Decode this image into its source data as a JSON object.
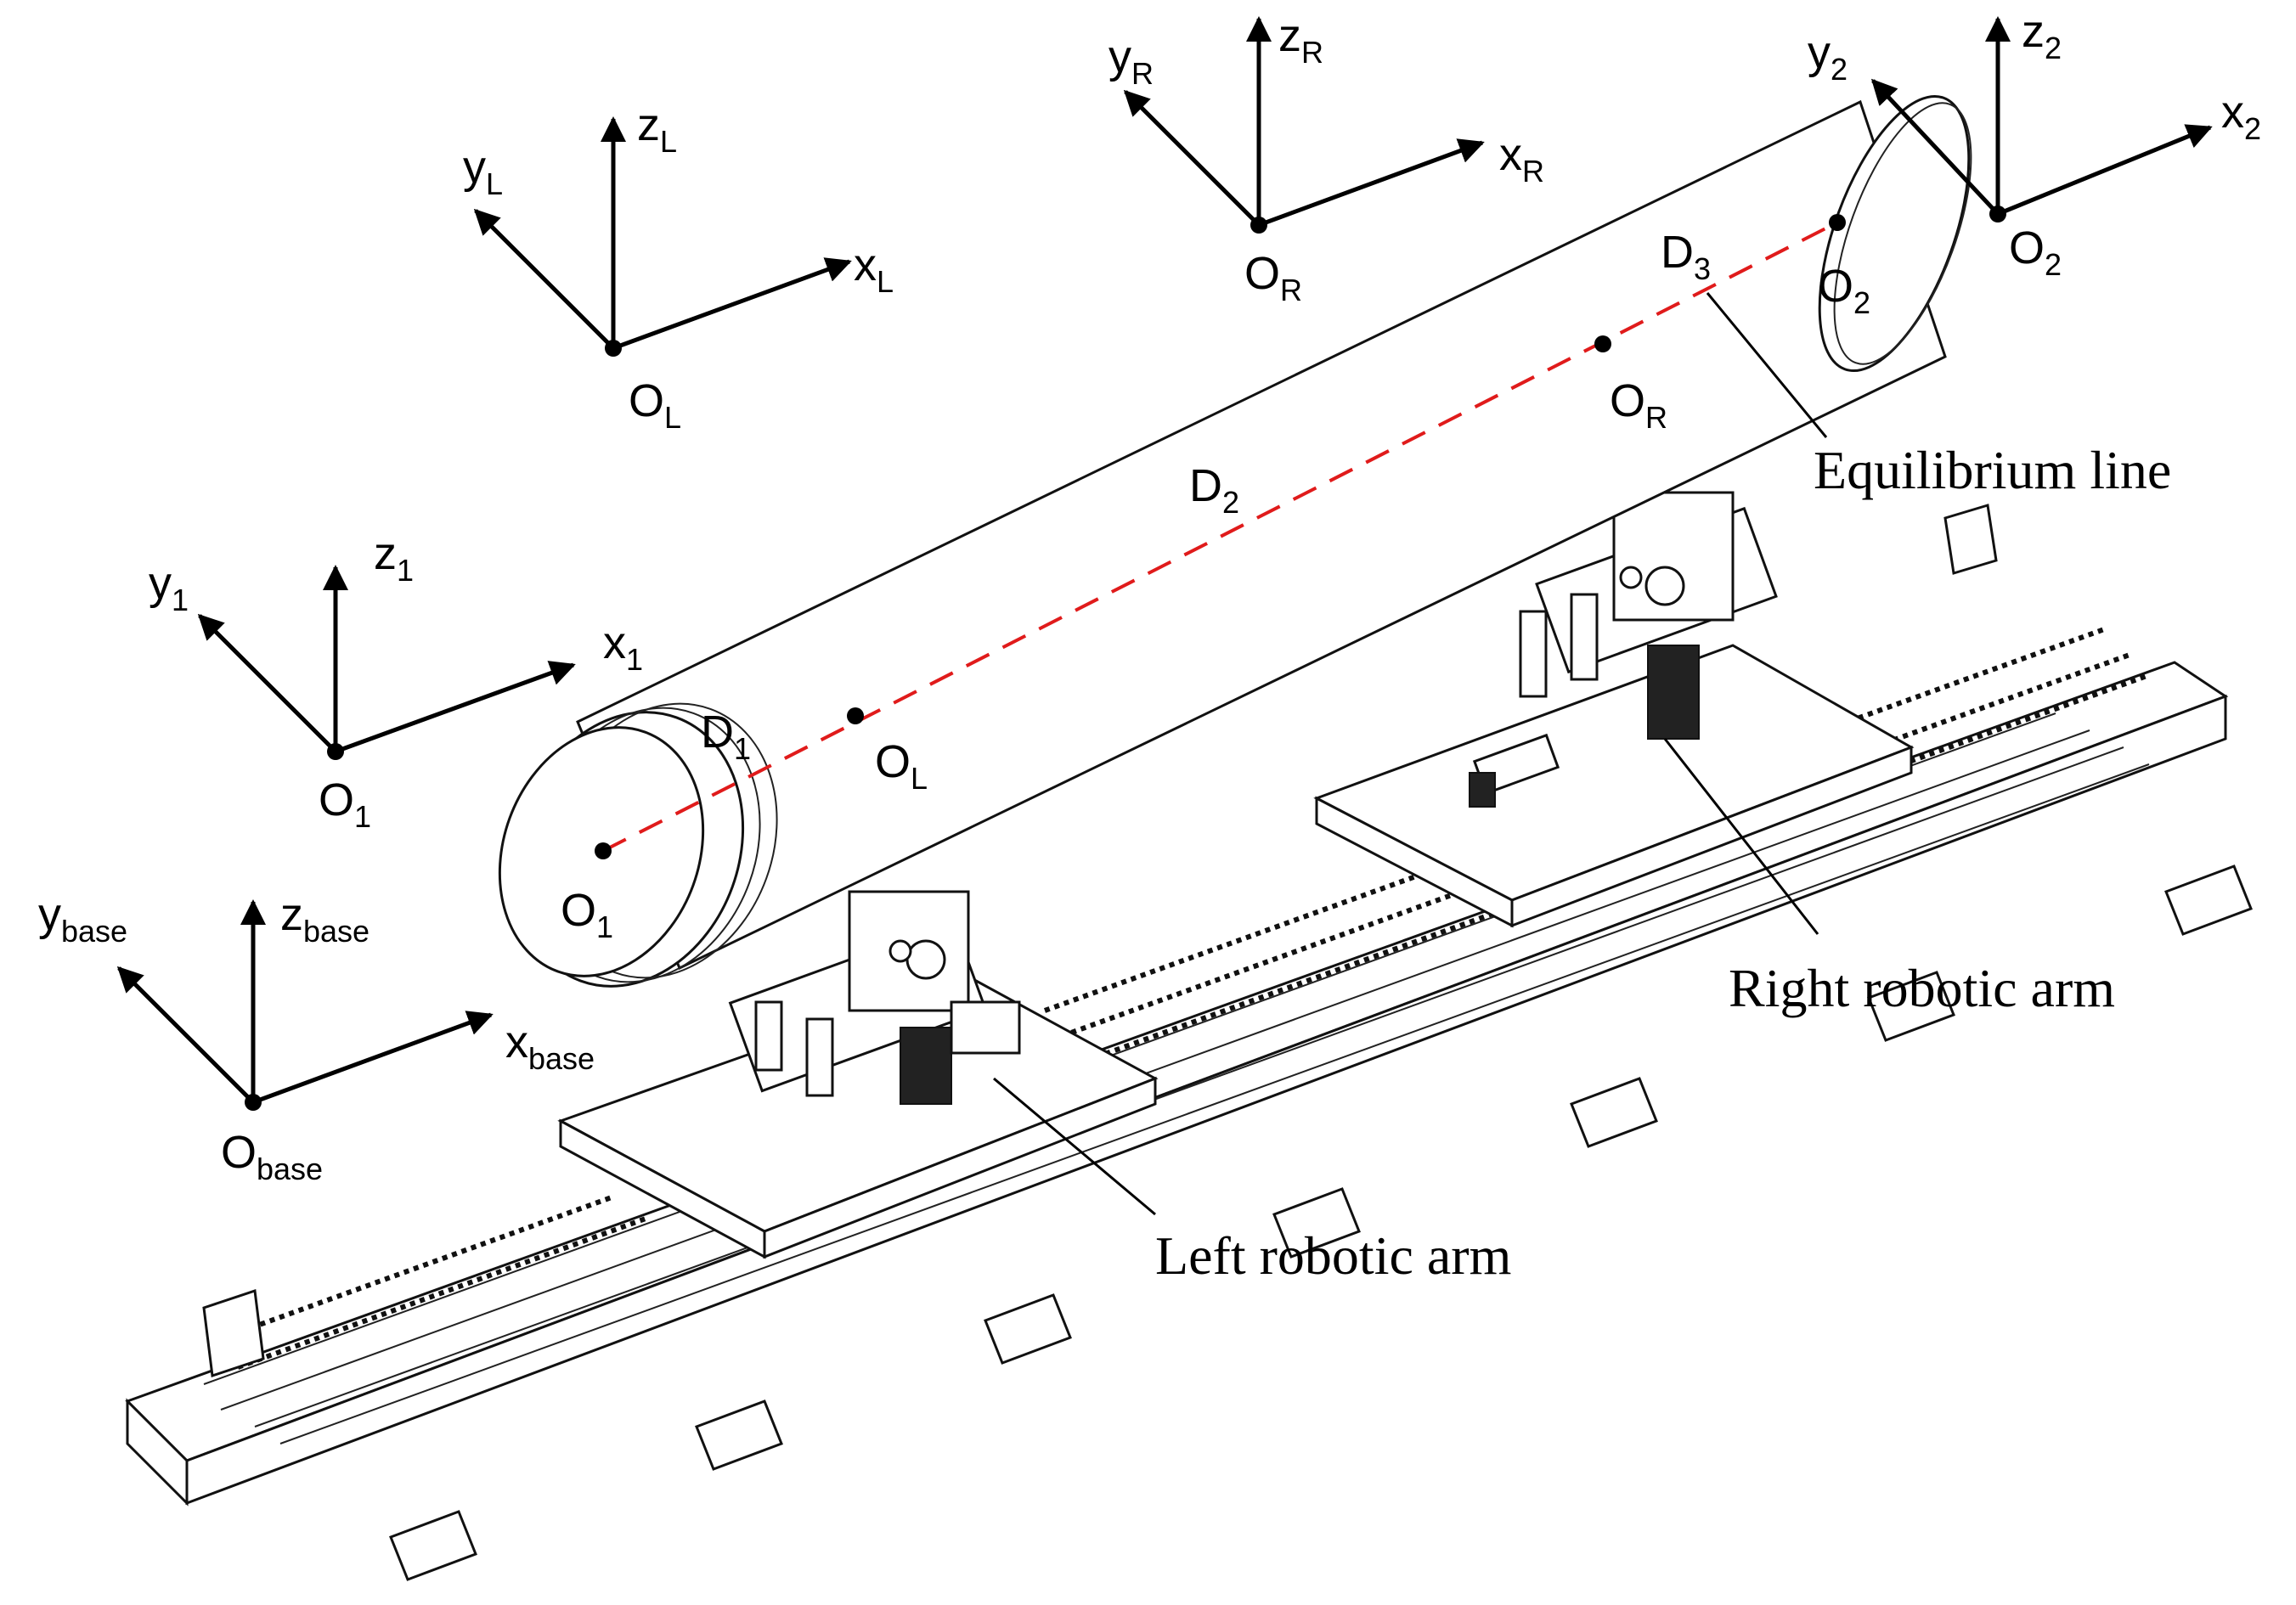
{
  "frames": [
    {
      "id": "base",
      "x": "x",
      "y": "y",
      "z": "z",
      "o": "O",
      "sub": "base"
    },
    {
      "id": "1",
      "x": "x",
      "y": "y",
      "z": "z",
      "o": "O",
      "sub": "1"
    },
    {
      "id": "L",
      "x": "x",
      "y": "y",
      "z": "z",
      "o": "O",
      "sub": "L"
    },
    {
      "id": "R",
      "x": "x",
      "y": "y",
      "z": "z",
      "o": "O",
      "sub": "R"
    },
    {
      "id": "2",
      "x": "x",
      "y": "y",
      "z": "z",
      "o": "O",
      "sub": "2"
    }
  ],
  "points": {
    "o1": {
      "main": "O",
      "sub": "1"
    },
    "ol": {
      "main": "O",
      "sub": "L"
    },
    "or": {
      "main": "O",
      "sub": "R"
    },
    "o2": {
      "main": "O",
      "sub": "2"
    }
  },
  "segments": {
    "d1": {
      "main": "D",
      "sub": "1"
    },
    "d2": {
      "main": "D",
      "sub": "2"
    },
    "d3": {
      "main": "D",
      "sub": "3"
    }
  },
  "callouts": {
    "equilibrium": "Equilibrium line",
    "right_arm": "Right robotic arm",
    "left_arm": "Left robotic arm"
  },
  "colors": {
    "equilibrium_line": "#e01b1b",
    "axes": "#000000",
    "drawing": "#111111"
  }
}
